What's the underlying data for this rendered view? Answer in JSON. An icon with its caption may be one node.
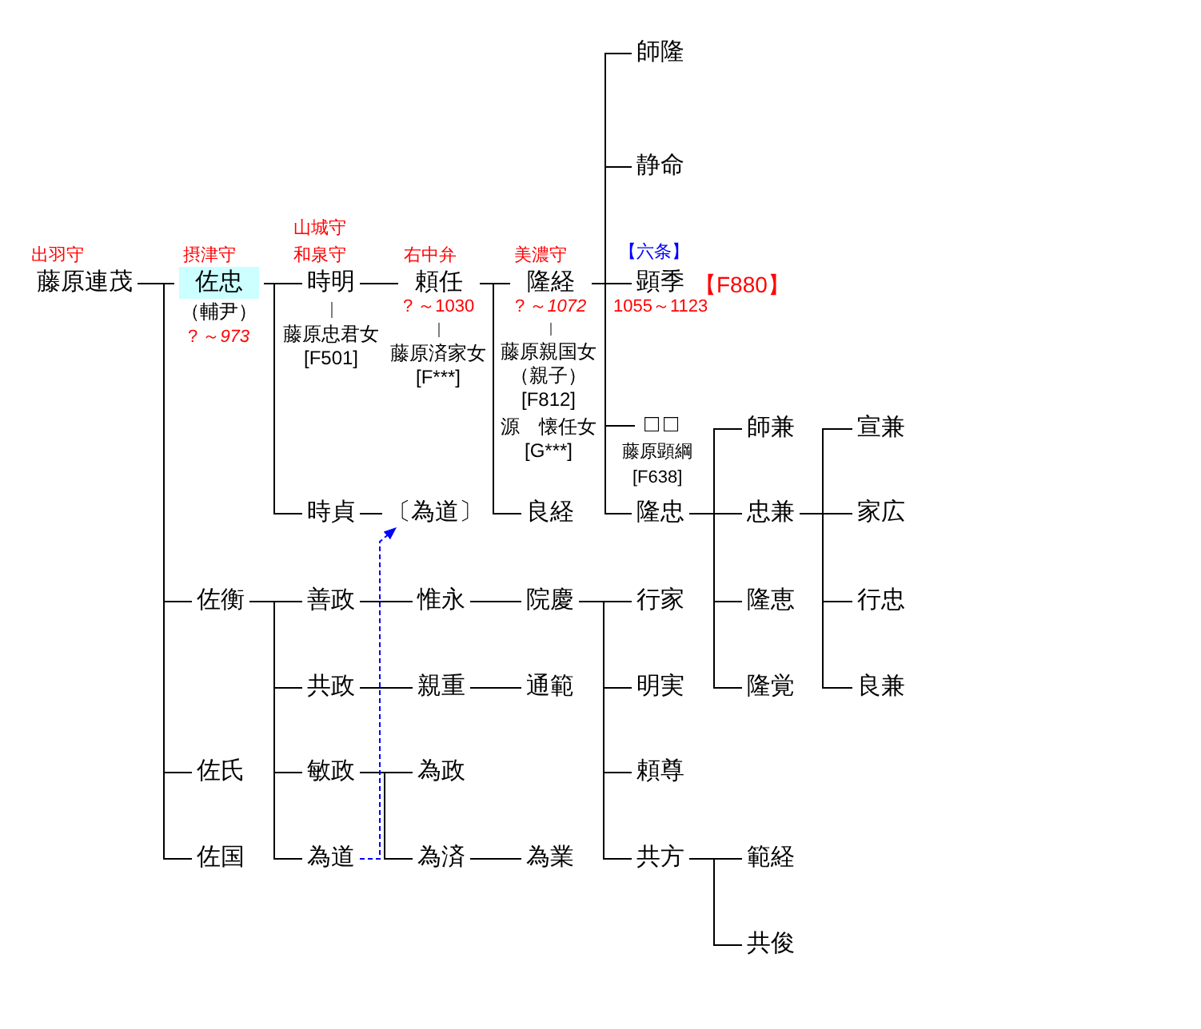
{
  "diagram": {
    "nodes": [
      {
        "text": [
          "師隆"
        ]
      },
      {
        "text": [
          "静命"
        ]
      },
      {
        "text": [
          "藤原連茂"
        ],
        "beside": [
          "出羽守"
        ]
      },
      {
        "text": [
          "佐忠"
        ],
        "beside": [
          "摂津守",
          "（輔尹）",
          "? ～*973*"
        ]
      },
      {
        "text": [
          "時明"
        ],
        "beside": [
          "山城守",
          "和泉守"
        ]
      },
      {
        "text": [
          "頼任"
        ],
        "beside": [
          "右中弁",
          "? ～1030"
        ]
      },
      {
        "text": [
          "隆経"
        ],
        "beside": [
          "美濃守",
          "? ～*1072*"
        ]
      },
      {
        "text": [
          "顕季"
        ],
        "beside": [
          "【六条】",
          "【F880】",
          "1055～1123"
        ]
      },
      {
        "text": [
          "藤原忠君女",
          "[F501]"
        ]
      },
      {
        "text": [
          "藤原済家女",
          "[F***]"
        ]
      },
      {
        "text": [
          "藤原親国女",
          "（親子）",
          "[F812]"
        ]
      },
      {
        "text": [
          "□□"
        ],
        "beside": [
          "藤原顕綱",
          "[F638]"
        ]
      },
      {
        "text": [
          "師兼"
        ]
      },
      {
        "text": [
          "宣兼"
        ]
      },
      {
        "text": [
          "時貞"
        ]
      },
      {
        "text": [
          "〔為道〕"
        ]
      },
      {
        "text": [
          "良経"
        ]
      },
      {
        "text": [
          "隆忠"
        ]
      },
      {
        "text": [
          "忠兼"
        ]
      },
      {
        "text": [
          "家広"
        ]
      },
      {
        "text": [
          "佐衡"
        ]
      },
      {
        "text": [
          "善政"
        ]
      },
      {
        "text": [
          "惟永"
        ]
      },
      {
        "text": [
          "院慶"
        ]
      },
      {
        "text": [
          "行家"
        ]
      },
      {
        "text": [
          "隆恵"
        ]
      },
      {
        "text": [
          "行忠"
        ]
      },
      {
        "text": [
          "共政"
        ]
      },
      {
        "text": [
          "親重"
        ]
      },
      {
        "text": [
          "通範"
        ]
      },
      {
        "text": [
          "明実"
        ]
      },
      {
        "text": [
          "隆覚"
        ]
      },
      {
        "text": [
          "良兼"
        ]
      },
      {
        "text": [
          "佐氏"
        ]
      },
      {
        "text": [
          "敏政"
        ]
      },
      {
        "text": [
          "為政"
        ]
      },
      {
        "text": [
          "頼尊"
        ]
      },
      {
        "text": [
          "佐国"
        ]
      },
      {
        "text": [
          "為道"
        ]
      },
      {
        "text": [
          "為済"
        ]
      },
      {
        "text": [
          "為業"
        ]
      },
      {
        "text": [
          "共方"
        ]
      },
      {
        "text": [
          "範経"
        ]
      },
      {
        "text": [
          "共俊"
        ]
      }
    ],
    "edges": [
      {
        "from": 2,
        "to": 3,
        "arrow": "none"
      },
      {
        "from": 2,
        "to": 20,
        "arrow": "none"
      },
      {
        "from": 2,
        "to": 33,
        "arrow": "none"
      },
      {
        "from": 2,
        "to": 37,
        "arrow": "none"
      },
      {
        "from": 3,
        "to": 4,
        "arrow": "none"
      },
      {
        "from": 3,
        "to": 14,
        "arrow": "none"
      },
      {
        "from": 4,
        "to": 5,
        "arrow": "none"
      },
      {
        "from": 4,
        "to": 8,
        "arrow": "none",
        "color": "#808080"
      },
      {
        "from": 5,
        "to": 6,
        "arrow": "none"
      },
      {
        "from": 5,
        "to": 16,
        "arrow": "none"
      },
      {
        "from": 5,
        "to": 9,
        "arrow": "none",
        "color": "#808080"
      },
      {
        "from": 6,
        "to": 0,
        "arrow": "none"
      },
      {
        "from": 6,
        "to": 1,
        "arrow": "none"
      },
      {
        "from": 6,
        "to": 7,
        "arrow": "none"
      },
      {
        "from": 6,
        "to": 11,
        "arrow": "none"
      },
      {
        "from": 6,
        "to": 17,
        "arrow": "none"
      },
      {
        "from": 6,
        "to": 10,
        "arrow": "none",
        "color": "#808080"
      },
      {
        "from": 14,
        "to": 15,
        "arrow": "none"
      },
      {
        "from": 17,
        "to": 12,
        "arrow": "none"
      },
      {
        "from": 17,
        "to": 18,
        "arrow": "none"
      },
      {
        "from": 17,
        "to": 25,
        "arrow": "none"
      },
      {
        "from": 17,
        "to": 31,
        "arrow": "none"
      },
      {
        "from": 18,
        "to": 13,
        "arrow": "none"
      },
      {
        "from": 18,
        "to": 19,
        "arrow": "none"
      },
      {
        "from": 18,
        "to": 26,
        "arrow": "none"
      },
      {
        "from": 18,
        "to": 32,
        "arrow": "none"
      },
      {
        "from": 20,
        "to": 21,
        "arrow": "none"
      },
      {
        "from": 20,
        "to": 27,
        "arrow": "none"
      },
      {
        "from": 20,
        "to": 34,
        "arrow": "none"
      },
      {
        "from": 20,
        "to": 38,
        "arrow": "none"
      },
      {
        "from": 21,
        "to": 22,
        "arrow": "none"
      },
      {
        "from": 22,
        "to": 23,
        "arrow": "none"
      },
      {
        "from": 23,
        "to": 24,
        "arrow": "none"
      },
      {
        "from": 23,
        "to": 30,
        "arrow": "none"
      },
      {
        "from": 23,
        "to": 36,
        "arrow": "none"
      },
      {
        "from": 23,
        "to": 41,
        "arrow": "none"
      },
      {
        "from": 27,
        "to": 28,
        "arrow": "none"
      },
      {
        "from": 28,
        "to": 29,
        "arrow": "none"
      },
      {
        "from": 34,
        "to": 35,
        "arrow": "none"
      },
      {
        "from": 34,
        "to": 39,
        "arrow": "none"
      },
      {
        "from": 39,
        "to": 40,
        "arrow": "none"
      },
      {
        "from": 41,
        "to": 42,
        "arrow": "none"
      },
      {
        "from": 41,
        "to": 43,
        "arrow": "none"
      },
      {
        "from": 38,
        "to": 15,
        "arrow": "to",
        "style": "dashed",
        "color": "#0000ff"
      }
    ],
    "labels": [
      "源　懐任女",
      "[G***]"
    ]
  }
}
